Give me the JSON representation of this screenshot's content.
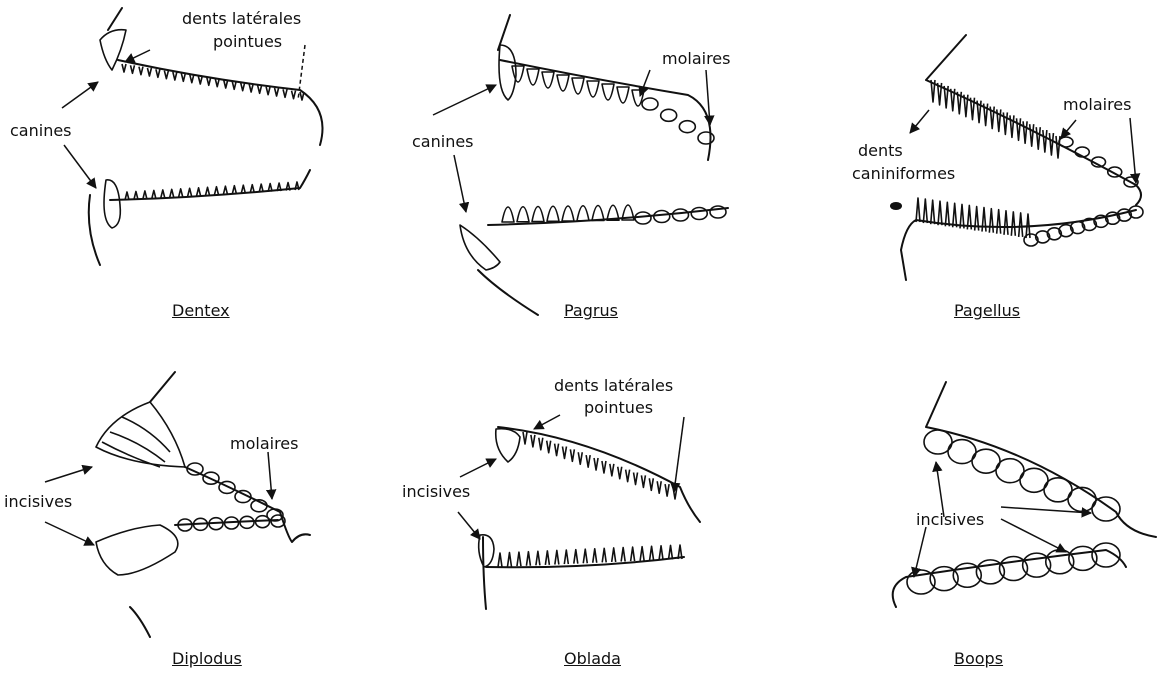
{
  "panels": [
    {
      "genus": "Dentex",
      "labels": {
        "lateral": "dents latérales",
        "lateral2": "pointues",
        "canines": "canines"
      }
    },
    {
      "genus": "Pagrus",
      "labels": {
        "molars": "molaires",
        "canines": "canines"
      }
    },
    {
      "genus": "Pagellus",
      "labels": {
        "molars": "molaires",
        "caniniform1": "dents",
        "caniniform2": "caniniformes"
      }
    },
    {
      "genus": "Diplodus",
      "labels": {
        "molars": "molaires",
        "incisors": "incisives"
      }
    },
    {
      "genus": "Oblada",
      "labels": {
        "lateral": "dents latérales",
        "lateral2": "pointues",
        "incisors": "incisives"
      }
    },
    {
      "genus": "Boops",
      "labels": {
        "incisors": "incisives"
      }
    }
  ]
}
